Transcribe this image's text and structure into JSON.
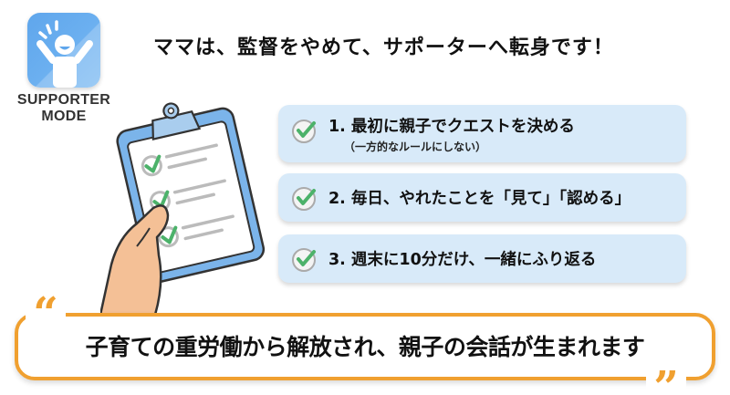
{
  "badge": {
    "icon": "cheering-person-icon",
    "label_line1": "SUPPORTER",
    "label_line2": "MODE",
    "color": "#5fa6ec"
  },
  "headline": "ママは、監督をやめて、サポーターへ転身です！",
  "illustration": {
    "icon": "clipboard-checklist-in-hand-icon",
    "checked_items": 3
  },
  "steps": [
    {
      "title": "1. 最初に親子でクエストを決める",
      "subtitle": "（一方的なルールにしない）",
      "icon": "check-circle-icon"
    },
    {
      "title": "2. 毎日、やれたことを「見て」「認める」",
      "icon": "check-circle-icon"
    },
    {
      "title": "3. 週末に10分だけ、一緒にふり返る",
      "icon": "check-circle-icon"
    }
  ],
  "quote": {
    "open_mark": "“",
    "text": "子育ての重労働から解放され、親子の会話が生まれます",
    "close_mark": "”",
    "accent_color": "#f0a030"
  },
  "colors": {
    "card_bg": "#d8eaf9",
    "check_green": "#4cb26a",
    "text": "#111111"
  }
}
